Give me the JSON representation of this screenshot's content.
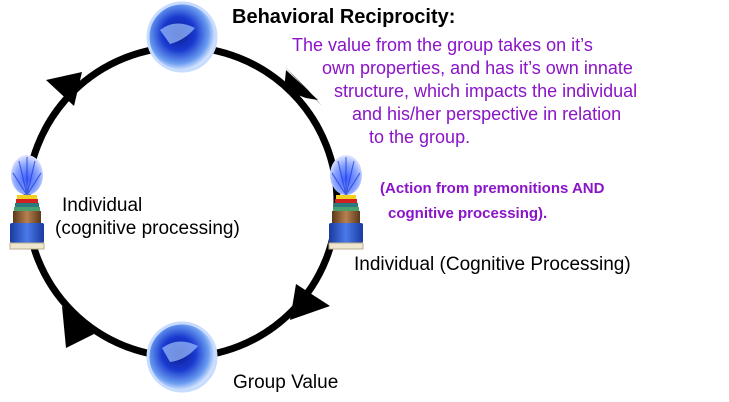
{
  "title": "Behavioral Reciprocity:",
  "description_lines": [
    "The value from the group takes on it’s",
    "own properties, and has it’s own innate",
    "structure, which impacts the individual",
    "and his/her perspective in relation",
    "to the group."
  ],
  "action_note_lines": [
    "(Action from premonitions AND",
    "cognitive processing)."
  ],
  "nodes": {
    "top_orb": {
      "icon": "globe-orb-icon"
    },
    "left_individual": {
      "icon": "layered-tower-icon",
      "label_lines": [
        "Individual",
        "(cognitive processing)"
      ]
    },
    "right_individual": {
      "icon": "layered-tower-icon",
      "label": "Individual (Cognitive Processing)"
    },
    "group_value": {
      "icon": "globe-orb-icon",
      "label": "Group Value"
    }
  },
  "cycle": {
    "direction": "clockwise",
    "arrow_count": 4
  },
  "colors": {
    "text_accent": "#8a14c8",
    "cycle_stroke": "#000000",
    "orb_blue": "#2a4fd8"
  }
}
